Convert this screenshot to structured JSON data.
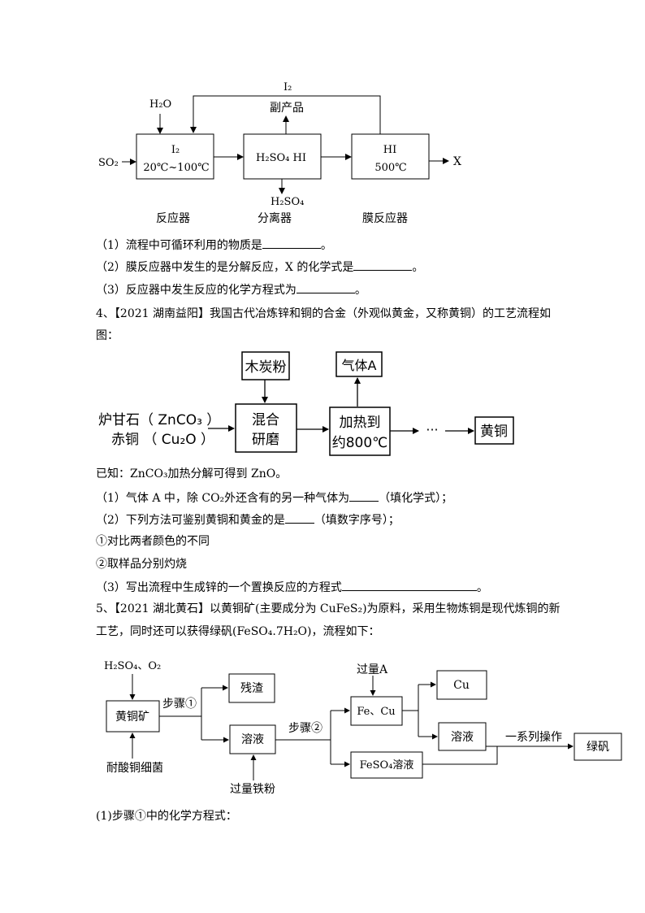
{
  "d1": {
    "i2_top": "I₂",
    "byproduct": "副产品",
    "h2o": "H₂O",
    "so2": "SO₂",
    "x": "X",
    "reactor_l1": "I₂",
    "reactor_l2": "20℃~100℃",
    "separator_l1": "H₂SO₄   HI",
    "membrane_l1": "HI",
    "membrane_l2": "500℃",
    "h2so4_out": "H₂SO₄",
    "lbl_reactor": "反应器",
    "lbl_separator": "分离器",
    "lbl_membrane": "膜反应器"
  },
  "q3": {
    "line1": "（1）流程中可循环利用的物质是",
    "line1_end": "。",
    "line2": "（2）膜反应器中发生的是分解反应，X 的化学式是",
    "line2_end": "。",
    "line3": "（3）反应器中发生反应的化学方程式为",
    "line3_end": "。"
  },
  "q4": {
    "title": "4、【2021 湖南益阳】我国古代冶炼锌和铜的合金（外观似黄金，又称黄铜）的工艺流程如图：",
    "diagram": {
      "charcoal": "木炭粉",
      "gas_a": "气体A",
      "raw1": "炉甘石（ ZnCO₃ ）",
      "raw2": "赤铜 （ Cu₂O  ）",
      "mix1": "混合",
      "mix2": "研磨",
      "heat1": "加热到",
      "heat2": "约800℃",
      "ellipsis": "···",
      "brass": "黄铜"
    },
    "known": "已知：ZnCO₃加热分解可得到 ZnO。",
    "q1": "（1）气体 A 中，除 CO₂外还含有的另一种气体为",
    "q1_end": "（填化学式）；",
    "q2": "（2）下列方法可鉴别黄铜和黄金的是",
    "q2_end": "（填数字序号）；",
    "opt1": "①对比两者颜色的不同",
    "opt2": "②取样品分别灼烧",
    "q3": "（3）写出流程中生成锌的一个置换反应的方程式",
    "q3_end": "。"
  },
  "q5": {
    "title_line1": "5、【2021 湖北黄石】以黄铜矿(主要成分为 CuFeS₂)为原料，采用生物炼铜是现代炼铜的新",
    "title_line2": "工艺，同时还可以获得绿矾(FeSO₄.7H₂O)，流程如下：",
    "diagram": {
      "h2so4_o2": "H₂SO₄、O₂",
      "ore": "黄铜矿",
      "bacteria": "耐酸铜细菌",
      "step1": "步骤①",
      "residue": "残渣",
      "solution": "溶液",
      "iron": "过量铁粉",
      "step2": "步骤②",
      "excess_a": "过量A",
      "fe_cu": "Fe、Cu",
      "feso4": "FeSO₄溶液",
      "cu": "Cu",
      "solution2": "溶液",
      "series": "一系列操作",
      "green_vitriol": "绿矾"
    },
    "q1": "(1)步骤①中的化学方程式："
  }
}
